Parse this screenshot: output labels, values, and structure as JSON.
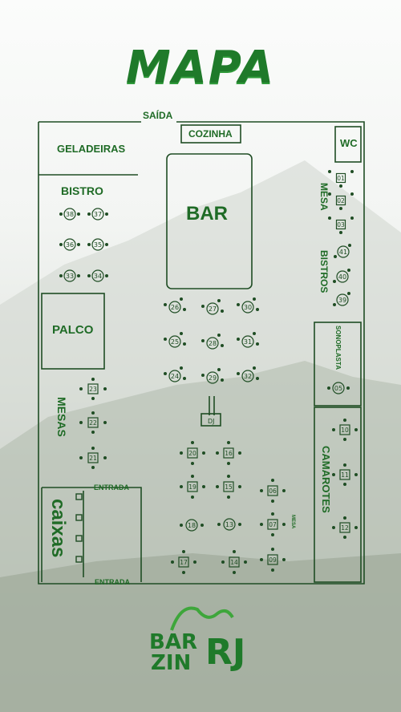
{
  "title": "MAPA",
  "exits": {
    "top": "SAÍDA",
    "right_mid": "ENTRADA",
    "bottom": "ENTRADA"
  },
  "areas": {
    "cozinha": "COZINHA",
    "wc": "WC",
    "geladeiras": "GELADEIRAS",
    "bistro": "BISTRO",
    "bar": "BAR",
    "mesa_right": "MESA",
    "bistros_right": "BISTROS",
    "palco": "PALCO",
    "sonoplasta": "SONOPLASTA",
    "mesas_left": "MESAS",
    "camarotes": "CAMAROTES",
    "caixas": "caixas",
    "mesa_small": "MESA"
  },
  "tables": {
    "mesa_right": [
      "01",
      "02",
      "03"
    ],
    "bistros_right": [
      "41",
      "40",
      "39"
    ],
    "bistro_left": [
      [
        "38",
        "37"
      ],
      [
        "36",
        "35"
      ],
      [
        "33",
        "34"
      ]
    ],
    "center_round": [
      [
        "26",
        "27",
        "30"
      ],
      [
        "25",
        "28",
        "31"
      ],
      [
        "24",
        "29",
        "32"
      ]
    ],
    "mesas_left": [
      "23",
      "22",
      "21"
    ],
    "sonoplasta": "05",
    "camarotes": [
      "10",
      "11",
      "12"
    ],
    "bottom_squares": [
      [
        "20",
        "16"
      ],
      [
        "19",
        "15"
      ]
    ],
    "bottom_round": [
      "18",
      "13"
    ],
    "bottom_last": [
      "17",
      "14"
    ],
    "mesa_column": [
      "06",
      "07",
      "09"
    ]
  },
  "logo": {
    "line1": "BAR",
    "line2": "ZIN",
    "line3": "RJ"
  },
  "colors": {
    "primary": "#1f7a2a",
    "dark": "#1f4d24"
  }
}
